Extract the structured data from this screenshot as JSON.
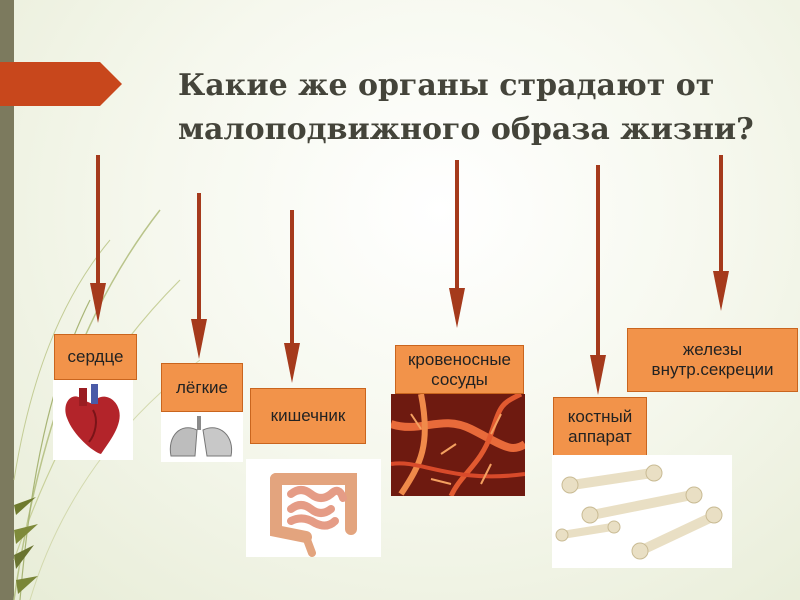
{
  "slide": {
    "title": "Какие же органы страдают от малоподвижного образа жизни?",
    "accent_color": "#f2934a",
    "arrow_color": "#a53a1c"
  },
  "organs": [
    {
      "label": "сердце",
      "icon": "heart-icon"
    },
    {
      "label": "лёгкие",
      "icon": "lungs-icon"
    },
    {
      "label": "кишечник",
      "icon": "intestine-icon"
    },
    {
      "label": "кровеносные сосуды",
      "icon": "blood-vessels-icon"
    },
    {
      "label": "костный аппарат",
      "icon": "bones-icon"
    },
    {
      "label": "железы внутр.секреции",
      "icon": "glands-icon"
    }
  ]
}
